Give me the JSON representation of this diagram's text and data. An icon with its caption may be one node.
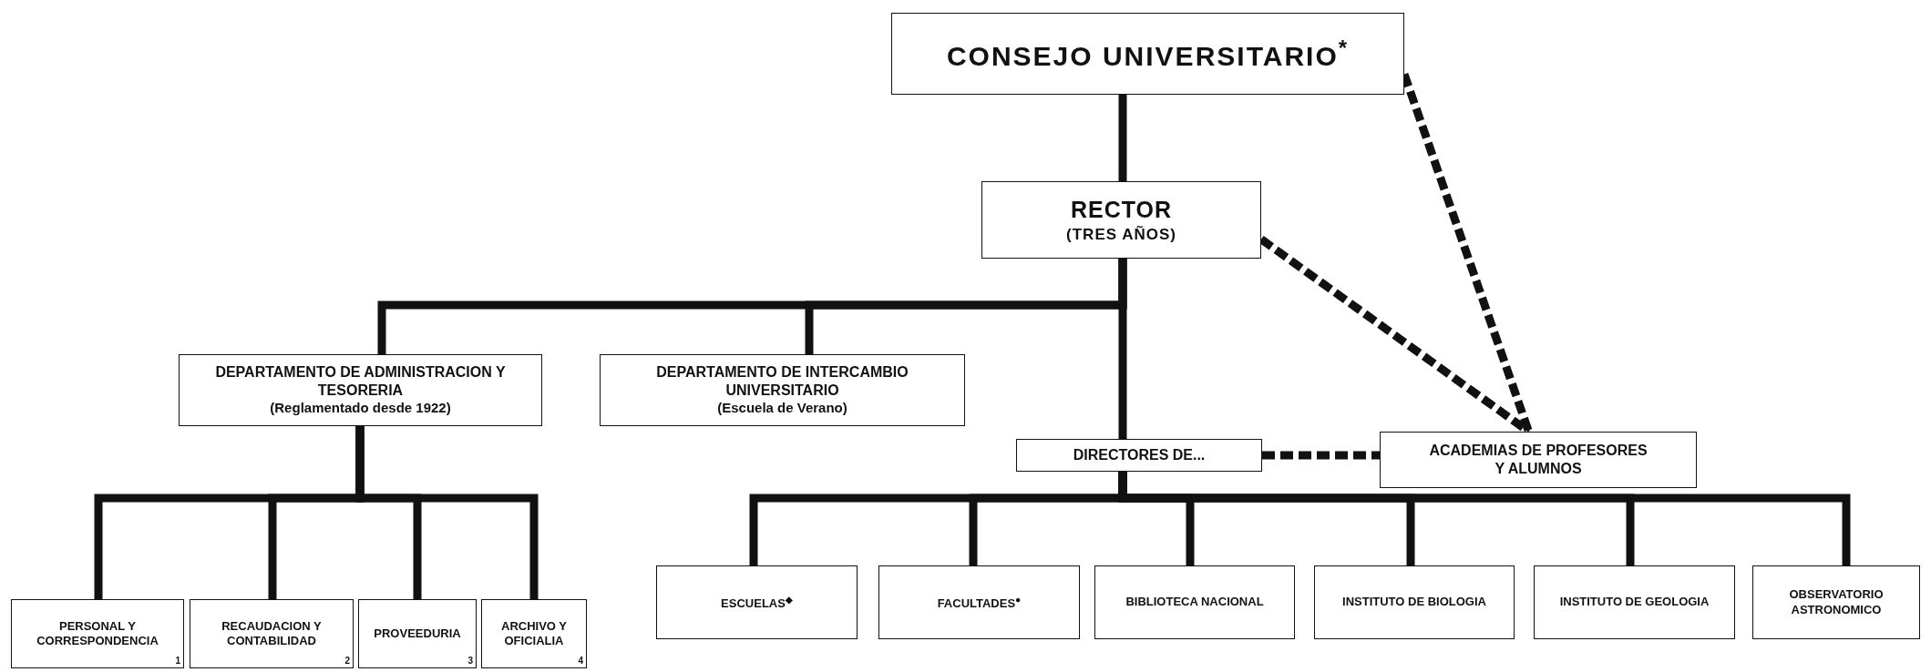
{
  "diagram": {
    "nodes": [
      {
        "text": [
          "CONSEJO UNIVERSITARIO$^{*}$"
        ]
      },
      {
        "text": [
          "RECTOR",
          "(TRES AÑOS)"
        ]
      },
      {
        "text": [
          "DEPARTAMENTO DE ADMINISTRACION Y TESORERIA",
          "(Reglamentado desde 1922)"
        ]
      },
      {
        "text": [
          "DEPARTAMENTO DE INTERCAMBIO UNIVERSITARIO",
          "(Escuela de Verano)"
        ]
      },
      {
        "text": [
          "DIRECTORES DE..."
        ]
      },
      {
        "text": [
          "ACADEMIAS DE PROFESORES Y ALUMNOS"
        ]
      },
      {
        "text": [
          "PERSONAL Y CORRESPONDENCIA",
          "1"
        ]
      },
      {
        "text": [
          "RECAUDACION Y CONTABILIDAD",
          "2"
        ]
      },
      {
        "text": [
          "PROVEEDURIA",
          "3"
        ]
      },
      {
        "text": [
          "ARCHIVO Y OFICIALIA",
          "4"
        ]
      },
      {
        "text": [
          "ESCUELAS$^{◆}$"
        ]
      },
      {
        "text": [
          "FACULTADES$^{●}$"
        ]
      },
      {
        "text": [
          "BIBLIOTECA NACIONAL"
        ]
      },
      {
        "text": [
          "INSTITUTO DE BIOLOGIA"
        ]
      },
      {
        "text": [
          "INSTITUTO DE GEOLOGIA"
        ]
      },
      {
        "text": [
          "OBSERVATORIO ASTRONOMICO"
        ]
      }
    ],
    "edges": [
      {
        "from": 0,
        "to": 1,
        "arrow": "none"
      },
      {
        "from": 1,
        "to": 2,
        "arrow": "none"
      },
      {
        "from": 1,
        "to": 3,
        "arrow": "none"
      },
      {
        "from": 1,
        "to": 4,
        "arrow": "none"
      },
      {
        "from": 0,
        "to": 5,
        "arrow": "none",
        "style": "dashed"
      },
      {
        "from": 1,
        "to": 5,
        "arrow": "none",
        "style": "dashed"
      },
      {
        "from": 4,
        "to": 5,
        "arrow": "none",
        "style": "dashed"
      },
      {
        "from": 2,
        "to": 6,
        "arrow": "none"
      },
      {
        "from": 2,
        "to": 7,
        "arrow": "none"
      },
      {
        "from": 2,
        "to": 8,
        "arrow": "none"
      },
      {
        "from": 2,
        "to": 9,
        "arrow": "none"
      },
      {
        "from": 4,
        "to": 10,
        "arrow": "none"
      },
      {
        "from": 4,
        "to": 11,
        "arrow": "none"
      },
      {
        "from": 4,
        "to": 12,
        "arrow": "none"
      },
      {
        "from": 4,
        "to": 13,
        "arrow": "none"
      },
      {
        "from": 4,
        "to": 14,
        "arrow": "none"
      },
      {
        "from": 4,
        "to": 15,
        "arrow": "none"
      }
    ]
  }
}
